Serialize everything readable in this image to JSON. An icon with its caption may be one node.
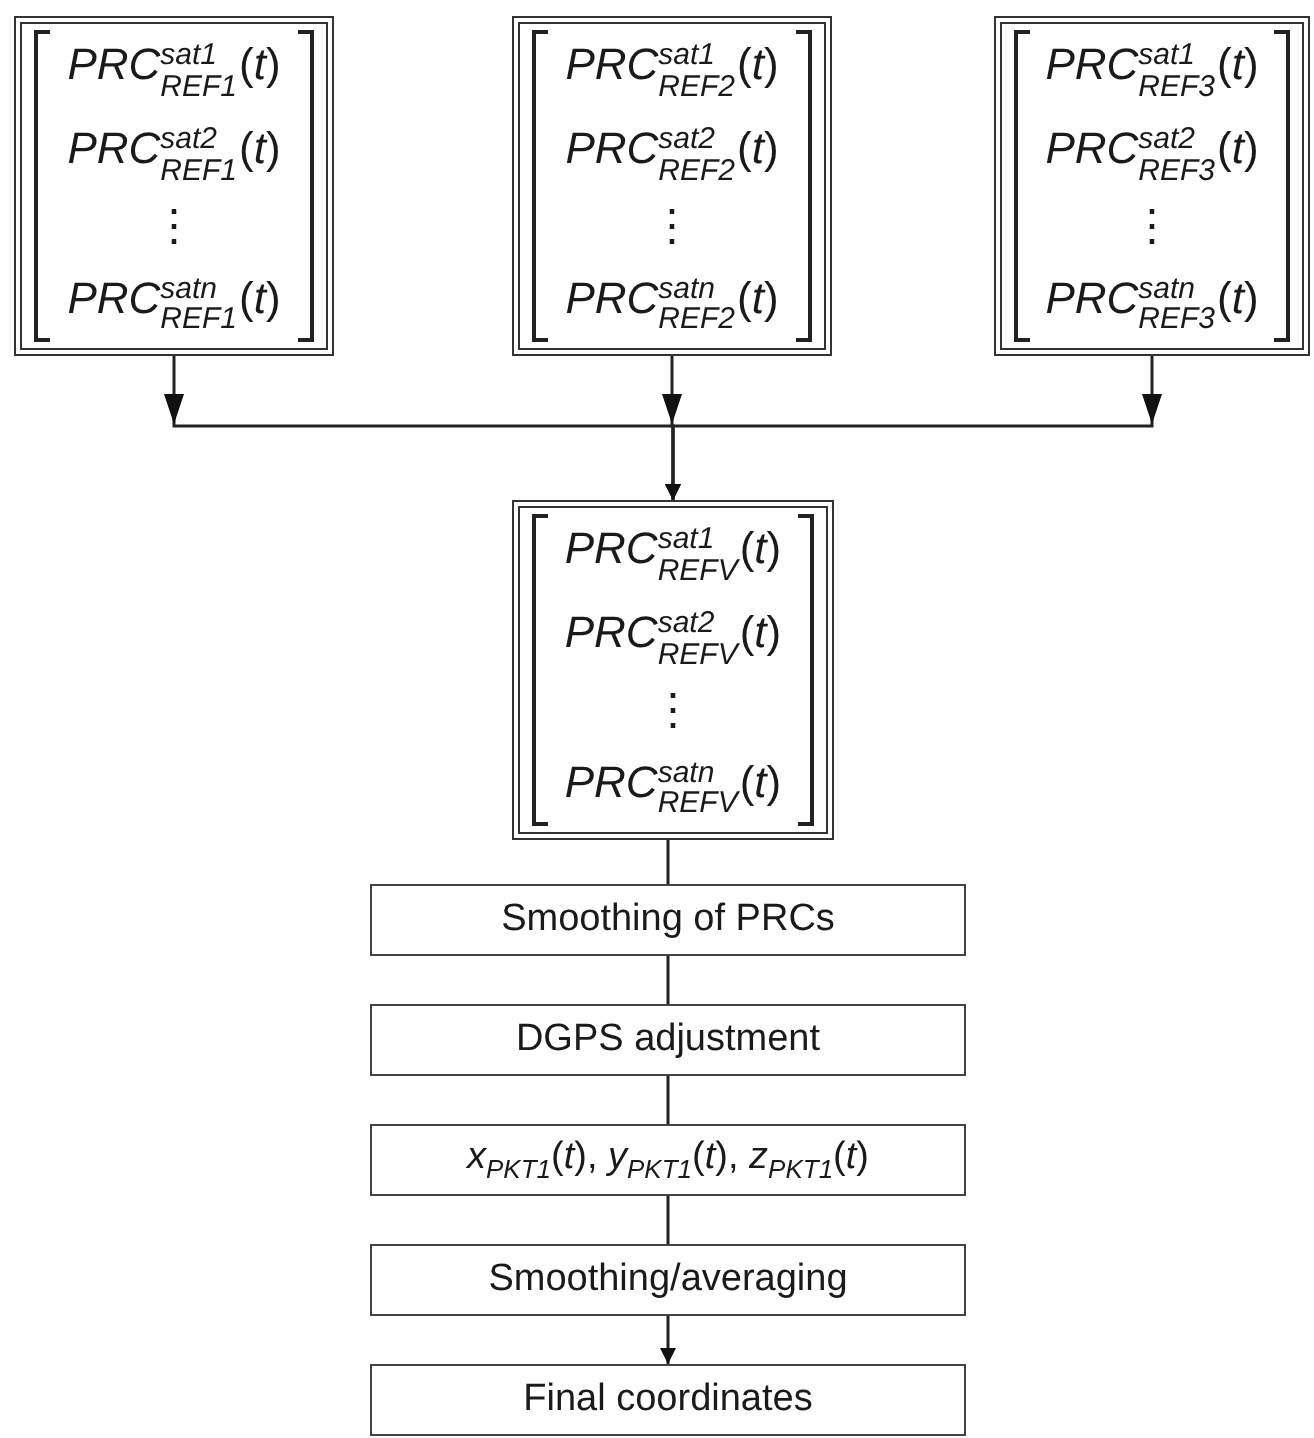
{
  "diagram": {
    "nodes": [
      {
        "text": [
          "*PRC*$^{sat1}$$_{REF1}$(*t*)",
          "*PRC*$^{sat2}$$_{REF1}$(*t*)",
          "⋮",
          "*PRC*$^{satn}$$_{REF1}$(*t*)"
        ]
      },
      {
        "text": [
          "*PRC*$^{sat1}$$_{REF2}$(*t*)",
          "*PRC*$^{sat2}$$_{REF2}$(*t*)",
          "⋮",
          "*PRC*$^{satn}$$_{REF2}$(*t*)"
        ]
      },
      {
        "text": [
          "*PRC*$^{sat1}$$_{REF3}$(*t*)",
          "*PRC*$^{sat2}$$_{REF3}$(*t*)",
          "⋮",
          "*PRC*$^{satn}$$_{REF3}$(*t*)"
        ]
      },
      {
        "text": [
          "*PRC*$^{sat1}$$_{REFV}$(*t*)",
          "*PRC*$^{sat2}$$_{REFV}$(*t*)",
          "⋮",
          "*PRC*$^{satn}$$_{REFV}$(*t*)"
        ]
      },
      {
        "text": [
          "Smoothing of PRCs"
        ]
      },
      {
        "text": [
          "DGPS adjustment"
        ]
      },
      {
        "text": [
          "*x*$_{PKT1}$(*t*), *y*$_{PKT1}$(*t*), *z*$_{PKT1}$(*t*)"
        ]
      },
      {
        "text": [
          "Smoothing/averaging"
        ]
      },
      {
        "text": [
          "Final coordinates"
        ]
      }
    ],
    "edges": [
      {
        "from": 0,
        "to": 3,
        "arrow": "to"
      },
      {
        "from": 1,
        "to": 3,
        "arrow": "to"
      },
      {
        "from": 2,
        "to": 3,
        "arrow": "to"
      },
      {
        "from": 3,
        "to": 4,
        "arrow": "none"
      },
      {
        "from": 4,
        "to": 5,
        "arrow": "none"
      },
      {
        "from": 5,
        "to": 6,
        "arrow": "none"
      },
      {
        "from": 6,
        "to": 7,
        "arrow": "none"
      },
      {
        "from": 7,
        "to": 8,
        "arrow": "to"
      }
    ]
  }
}
